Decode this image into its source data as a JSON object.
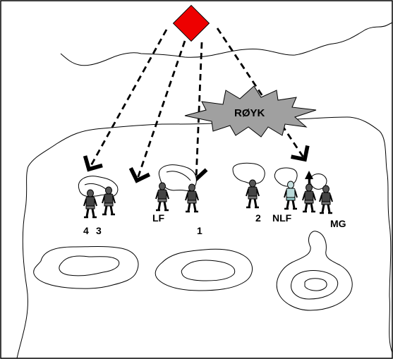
{
  "smoke_label": "RØYK",
  "units": {
    "four": "4",
    "three": "3",
    "lf": "LF",
    "one": "1",
    "two": "2",
    "nlf": "NLF",
    "mg": "MG"
  },
  "colors": {
    "observer": "#ee0000",
    "smoke": "#a0a0a0",
    "figure_dark": "#444444",
    "figure_light": "#b8d8d8"
  }
}
